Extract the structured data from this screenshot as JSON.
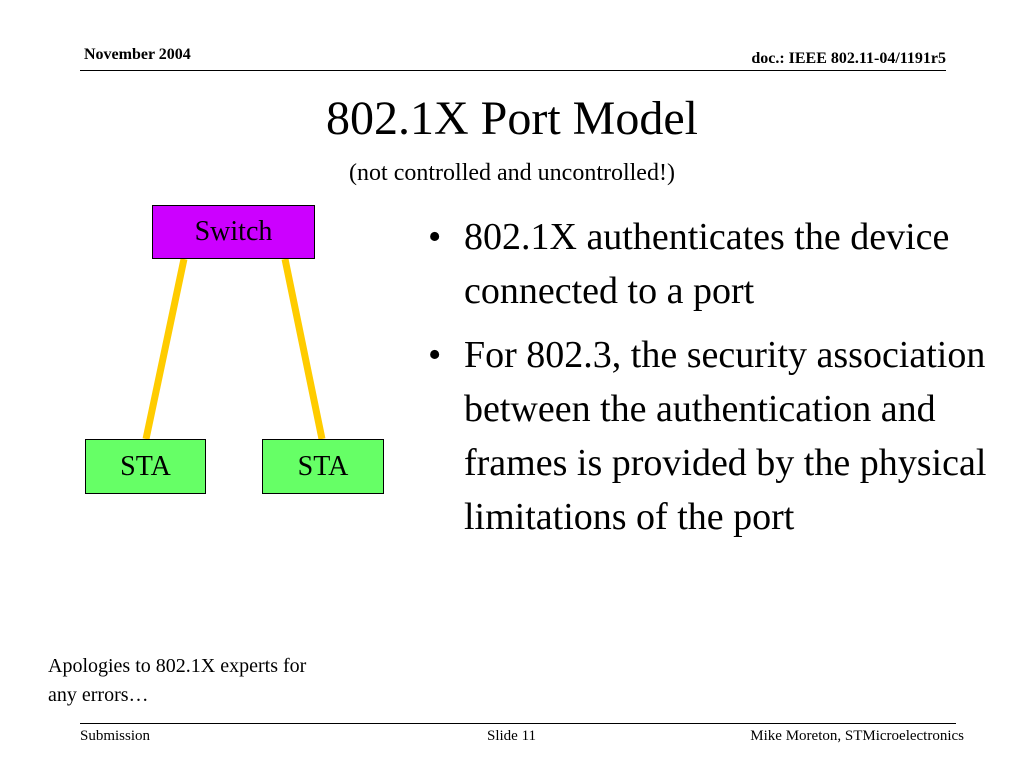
{
  "header": {
    "date": "November 2004",
    "doc": "doc.: IEEE 802.11-04/1191r5"
  },
  "title": "802.1X Port Model",
  "subtitle": "(not controlled and uncontrolled!)",
  "diagram": {
    "switch": {
      "label": "Switch",
      "fill": "#cc00ff"
    },
    "sta_left": {
      "label": "STA",
      "fill": "#66ff66"
    },
    "sta_right": {
      "label": "STA",
      "fill": "#66ff66"
    },
    "link_color": "#ffcc00"
  },
  "bullets": [
    {
      "text": "802.1X authenticates the device connected to a port"
    },
    {
      "text": "For 802.3, the security association between the authentication and frames is provided by the physical limitations of the port"
    }
  ],
  "bullet_symbol": "•",
  "note": "Apologies to 802.1X experts for any errors…",
  "footer": {
    "left": "Submission",
    "center": "Slide 11",
    "right": "Mike Moreton, STMicroelectronics"
  }
}
